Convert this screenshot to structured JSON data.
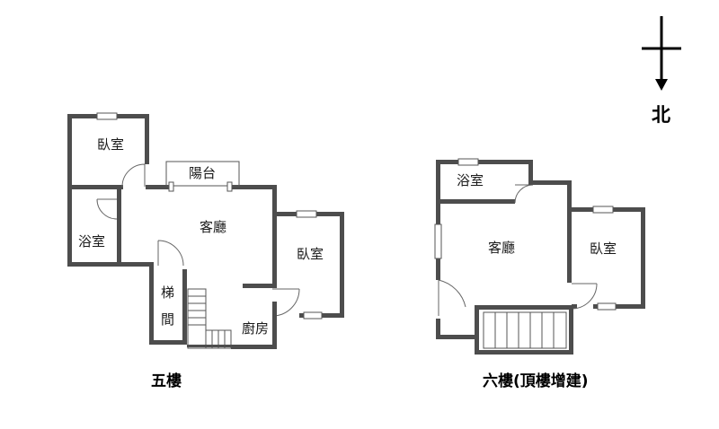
{
  "compass": {
    "label": "北"
  },
  "floor5": {
    "title": "五樓",
    "rooms": {
      "bedroom_top": "臥室",
      "balcony": "陽台",
      "bathroom": "浴室",
      "living_room": "客廳",
      "bedroom_right": "臥室",
      "stairwell": "梯間",
      "kitchen": "廚房"
    }
  },
  "floor6": {
    "title": "六樓(頂樓增建)",
    "rooms": {
      "bathroom": "浴室",
      "living_room": "客廳",
      "bedroom": "臥室"
    }
  }
}
